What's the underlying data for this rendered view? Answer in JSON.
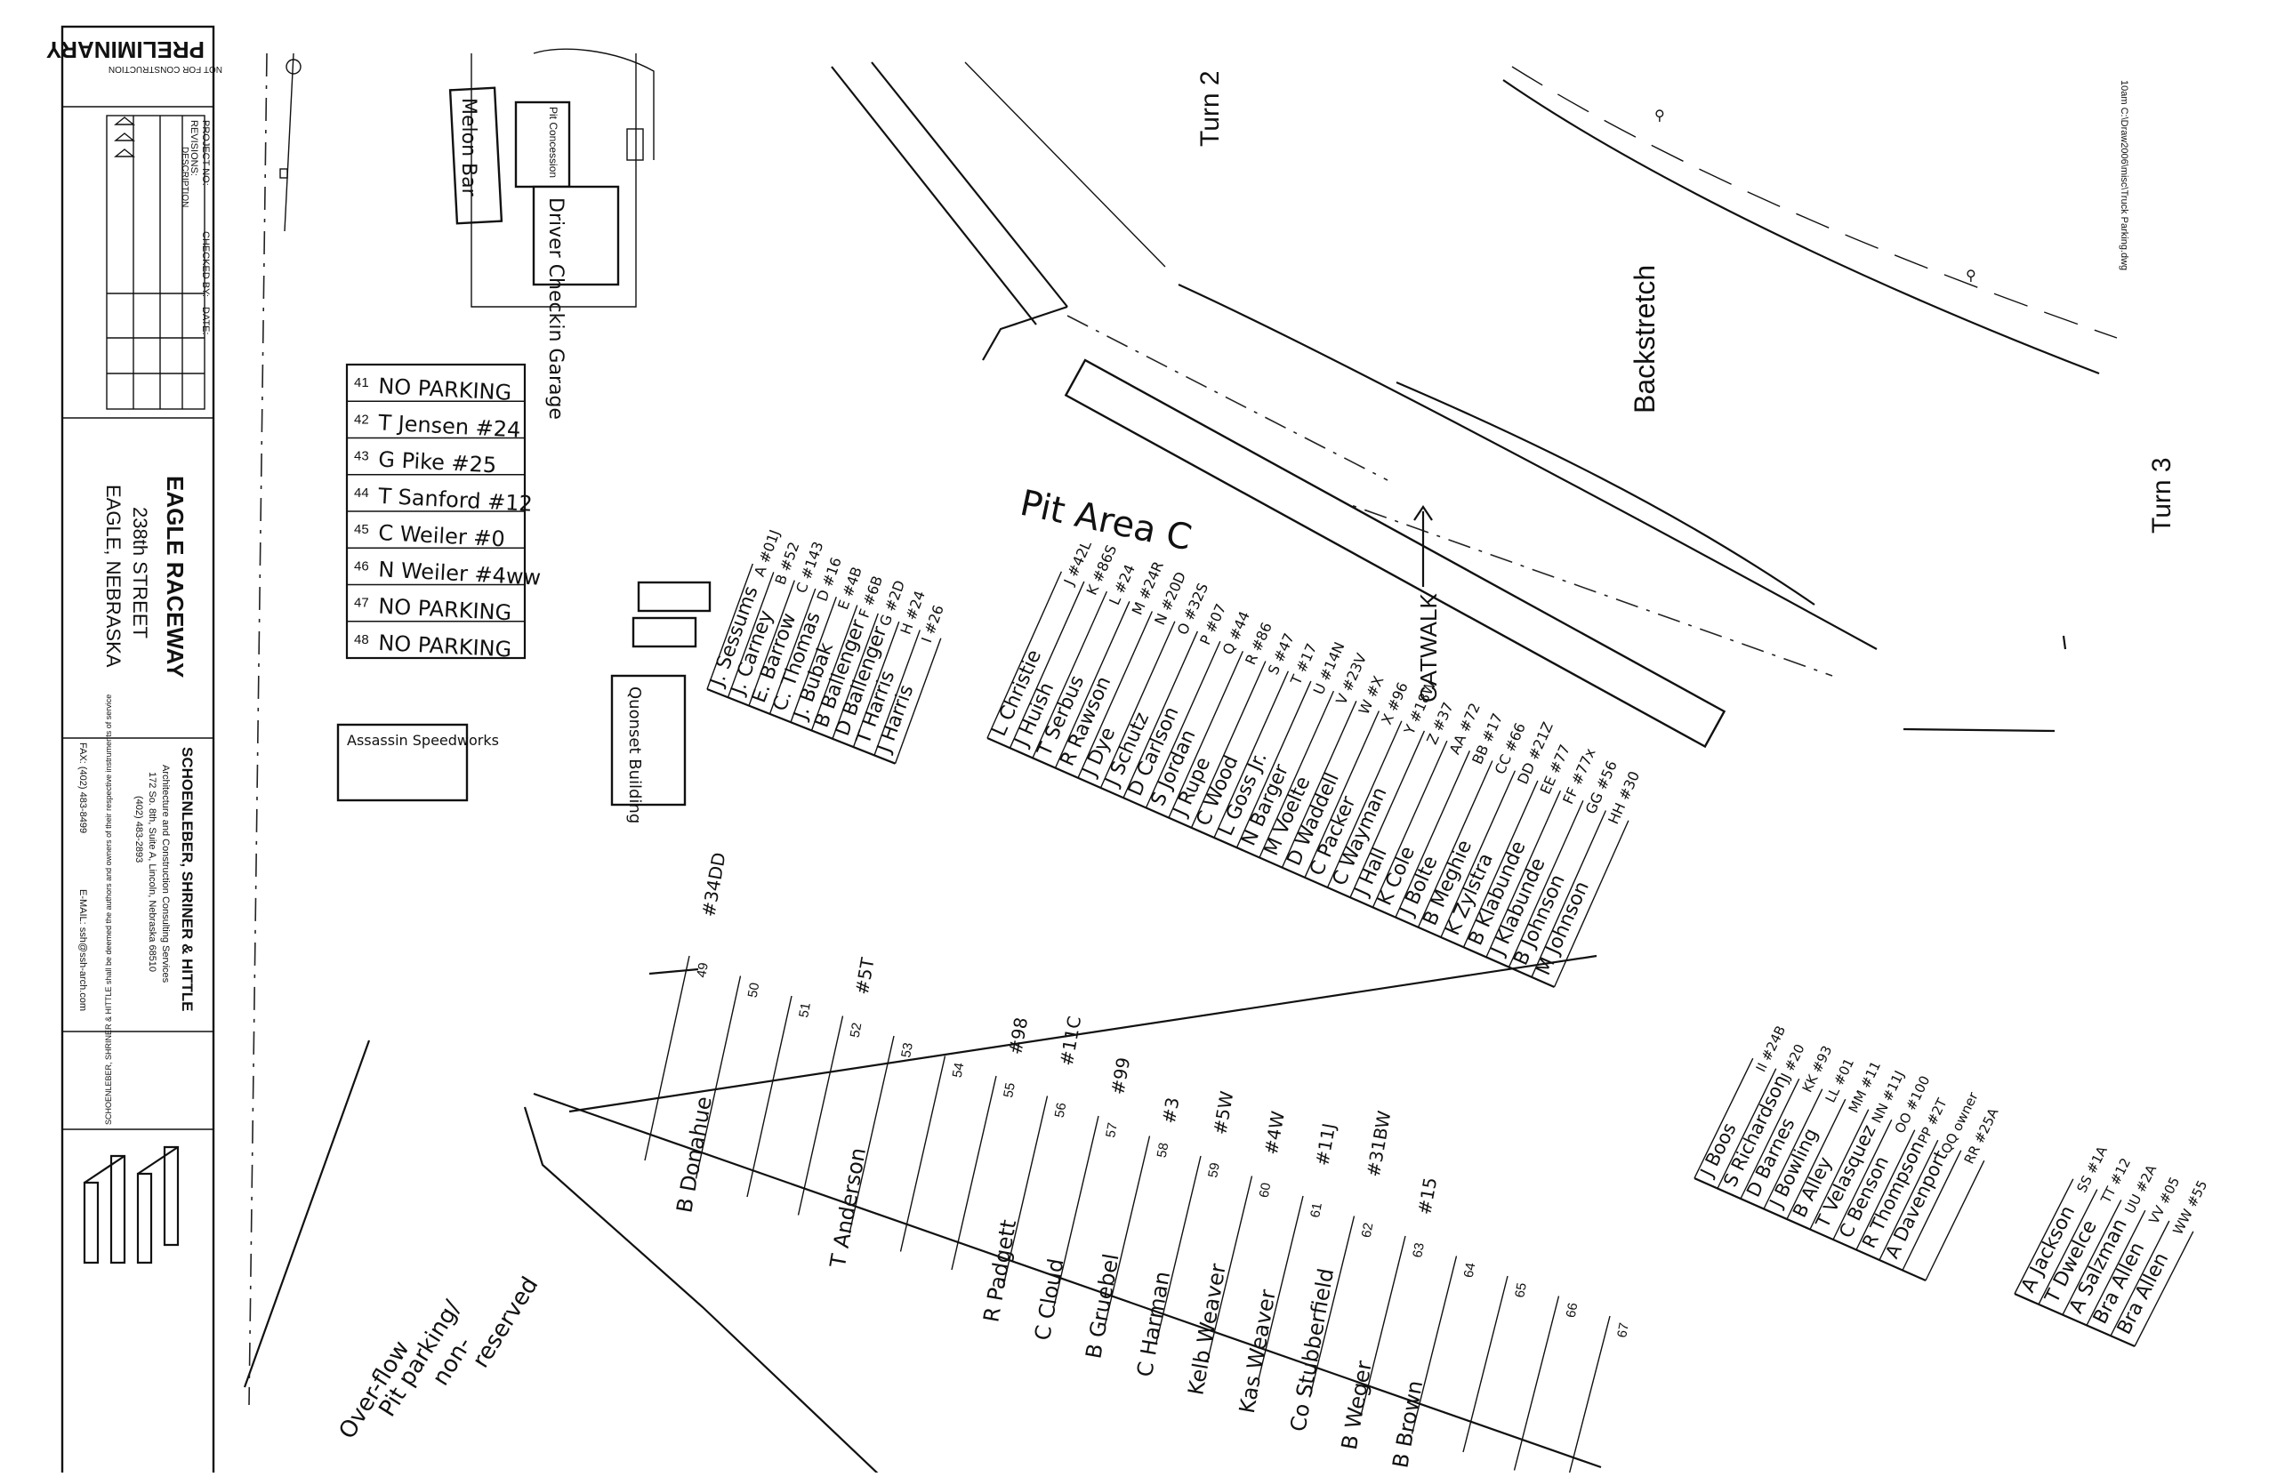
{
  "track": {
    "turn2": "Turn 2",
    "turn3": "Turn 3",
    "backstretch": "Backstretch",
    "catwalk": "CATWALK",
    "pit_area": "Pit Area C"
  },
  "buildings": {
    "melon_bar": "Melon Bar",
    "pit_concession": "Pit Concession",
    "driver_checkin": "Driver Checkin Garage",
    "quonset": "Quonset Building",
    "assassin": "Assassin Speedworks"
  },
  "overflow": [
    "Over-flow",
    "Pit parking/",
    "non-",
    "reserved"
  ],
  "parking_list": [
    {
      "num": "41",
      "text": "NO PARKING"
    },
    {
      "num": "42",
      "text": "T Jensen  #24"
    },
    {
      "num": "43",
      "text": "G Pike      #25"
    },
    {
      "num": "44",
      "text": "T Sanford  #12"
    },
    {
      "num": "45",
      "text": "C Weiler  #0"
    },
    {
      "num": "46",
      "text": "N Weiler  #4ww"
    },
    {
      "num": "47",
      "text": "NO PARKING"
    },
    {
      "num": "48",
      "text": "NO PARKING"
    }
  ],
  "row_a": [
    {
      "name": "J. Sessums",
      "slot": "A",
      "car": "#01J"
    },
    {
      "name": "J. Carney",
      "slot": "B",
      "car": "#52"
    },
    {
      "name": "E. Barrow",
      "slot": "C",
      "car": "#143"
    },
    {
      "name": "C. Thomas",
      "slot": "D",
      "car": "#16"
    },
    {
      "name": "J. Bubak",
      "slot": "E",
      "car": "#4B"
    },
    {
      "name": "B Ballenger",
      "slot": "F",
      "car": "#6B"
    },
    {
      "name": "D Ballenger",
      "slot": "G",
      "car": "#2D"
    },
    {
      "name": "T Harris",
      "slot": "H",
      "car": "#24"
    },
    {
      "name": "J Harris",
      "slot": "I",
      "car": "#26"
    }
  ],
  "row_b": [
    {
      "name": "L Christie",
      "slot": "J",
      "car": "#42L"
    },
    {
      "name": "J Huish",
      "slot": "K",
      "car": "#86S"
    },
    {
      "name": "T Serbus",
      "slot": "L",
      "car": "#24"
    },
    {
      "name": "R Rawson",
      "slot": "M",
      "car": "#24R"
    },
    {
      "name": "J Dye",
      "slot": "N",
      "car": "#20D"
    },
    {
      "name": "J Schutz",
      "slot": "O",
      "car": "#32S"
    },
    {
      "name": "D Carlson",
      "slot": "P",
      "car": "#07"
    },
    {
      "name": "S Jordan",
      "slot": "Q",
      "car": "#44"
    },
    {
      "name": "J Rupe",
      "slot": "R",
      "car": "#86"
    },
    {
      "name": "C Wood",
      "slot": "S",
      "car": "#47"
    },
    {
      "name": "L Goss Jr.",
      "slot": "T",
      "car": "#17"
    },
    {
      "name": "N Barger",
      "slot": "U",
      "car": "#14N"
    },
    {
      "name": "M Voelte",
      "slot": "V",
      "car": "#23V"
    },
    {
      "name": "D Waddell",
      "slot": "W",
      "car": "#X"
    },
    {
      "name": "C Packer",
      "slot": "X",
      "car": "#96"
    },
    {
      "name": "C Wayman",
      "slot": "Y",
      "car": "#18W"
    },
    {
      "name": "J Hall",
      "slot": "Z",
      "car": "#37"
    },
    {
      "name": "K Cole",
      "slot": "AA",
      "car": "#72"
    },
    {
      "name": "J Bolte",
      "slot": "BB",
      "car": "#17"
    },
    {
      "name": "B Meghie",
      "slot": "CC",
      "car": "#66"
    },
    {
      "name": "K Zylstra",
      "slot": "DD",
      "car": "#21Z"
    },
    {
      "name": "B Klabunde",
      "slot": "EE",
      "car": "#77"
    },
    {
      "name": "J Klabunde",
      "slot": "FF",
      "car": "#77x"
    },
    {
      "name": "B Johnson",
      "slot": "GG",
      "car": "#56"
    },
    {
      "name": "M Johnson",
      "slot": "HH",
      "car": "#30"
    }
  ],
  "row_c": [
    {
      "name": "J Boos",
      "slot": "II",
      "car": "#24B"
    },
    {
      "name": "S Richardson",
      "slot": "JJ",
      "car": "#20"
    },
    {
      "name": "D Barnes",
      "slot": "KK",
      "car": "#93"
    },
    {
      "name": "J Bowling",
      "slot": "LL",
      "car": "#01"
    },
    {
      "name": "B Alley",
      "slot": "MM",
      "car": "#11"
    },
    {
      "name": "T Velasquez",
      "slot": "NN",
      "car": "#11J"
    },
    {
      "name": "C Benson",
      "slot": "OO",
      "car": "#100"
    },
    {
      "name": "R Thompson",
      "slot": "PP",
      "car": "#2T"
    },
    {
      "name": "A Davenport",
      "slot": "QQ",
      "car": "owner"
    },
    {
      "name": "",
      "slot": "RR",
      "car": "#25A"
    }
  ],
  "row_d": [
    {
      "name": "A Jackson",
      "slot": "SS",
      "car": "#1A"
    },
    {
      "name": "T Dwelce",
      "slot": "TT",
      "car": "#12"
    },
    {
      "name": "A Salzman",
      "slot": "UU",
      "car": "#2A"
    },
    {
      "name": "Bra Allen",
      "slot": "VV",
      "car": "#05"
    },
    {
      "name": "Bra Allen",
      "slot": "WW",
      "car": "#55"
    }
  ],
  "lower_row": [
    {
      "num": "49",
      "car": "#34DD",
      "name": "B Donahue"
    },
    {
      "num": "50",
      "car": "",
      "name": ""
    },
    {
      "num": "51",
      "car": "",
      "name": ""
    },
    {
      "num": "52",
      "car": "#5T",
      "name": "T Anderson"
    },
    {
      "num": "53",
      "car": "",
      "name": ""
    },
    {
      "num": "54",
      "car": "",
      "name": ""
    },
    {
      "num": "55",
      "car": "#98",
      "name": "R Padgett"
    },
    {
      "num": "56",
      "car": "#11C",
      "name": "C Cloud"
    },
    {
      "num": "57",
      "car": "#99",
      "name": "B Gruebel"
    },
    {
      "num": "58",
      "car": "#3",
      "name": "C Harman"
    },
    {
      "num": "59",
      "car": "#5W",
      "name": "Kelb Weaver"
    },
    {
      "num": "60",
      "car": "#4W",
      "name": "Kas Weaver"
    },
    {
      "num": "61",
      "car": "#11J",
      "name": "Co Stubberfield"
    },
    {
      "num": "62",
      "car": "#31BW",
      "name": "B Weger"
    },
    {
      "num": "63",
      "car": "#15",
      "name": "B Brown"
    },
    {
      "num": "64",
      "car": "",
      "name": ""
    },
    {
      "num": "65",
      "car": "",
      "name": ""
    },
    {
      "num": "66",
      "car": "",
      "name": ""
    },
    {
      "num": "67",
      "car": "",
      "name": ""
    }
  ],
  "title_block": {
    "company": "EAGLE RACEWAY",
    "street": "238th STREET",
    "city": "EAGLE, NEBRASKA",
    "firm": "SCHOENLEBER, SHRINER & HITTLE",
    "firm_sub": "Architecture and Construction Consulting Services",
    "firm_addr": "172 So. 8th, Suite A, Lincoln, Nebraska 68510",
    "firm_phone": "(402) 483-2893",
    "fax": "FAX: (402) 483-8499",
    "email": "E-MAIL: ssh@ssh-arch.com",
    "prelim": "PRELIMINARY",
    "prelim_note": "NOT FOR CONSTRUCTION",
    "project_no": "PROJECT NO:",
    "revisions": "REVISIONS:",
    "rev_desc": "DESCRIPTION",
    "checked_by": "CHECKED BY:",
    "date": "DATE:",
    "copyright": "SCHOENLEBER, SHRINER & HITTLE shall be deemed the authors and owners of their respective instruments of service"
  },
  "file_path": "10am C:\\Draw2006\\misc\\Truck Parking.dwg"
}
